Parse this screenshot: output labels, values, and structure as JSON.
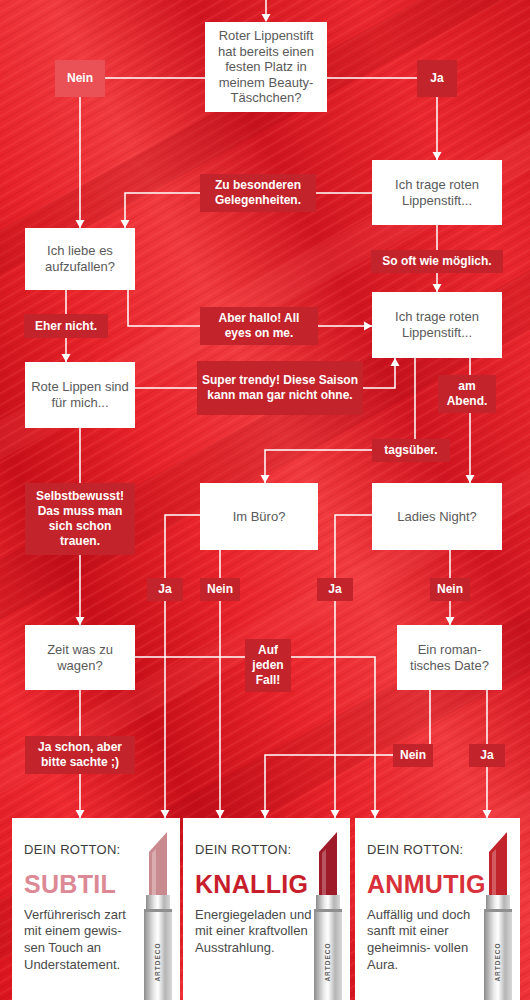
{
  "diagram": {
    "nodes": [
      {
        "text": [
          "Roter Lippenstift hat bereits einen festen Platz in meinem Beauty-Täschchen?"
        ]
      },
      {
        "text": [
          "Ich trage roten Lippenstift..."
        ]
      },
      {
        "text": [
          "Ich liebe es aufzufallen?"
        ]
      },
      {
        "text": [
          "Ich trage roten Lippenstift..."
        ]
      },
      {
        "text": [
          "Rote Lippen sind für mich..."
        ]
      },
      {
        "text": [
          "Im Büro?"
        ]
      },
      {
        "text": [
          "Ladies Night?"
        ]
      },
      {
        "text": [
          "Zeit was zu wagen?"
        ]
      },
      {
        "text": [
          "Ein roman- tisches Date?"
        ]
      },
      {
        "text": [
          "DEIN ROTTON:",
          "SUBTIL",
          "Verführerisch zart mit einem gewis- sen Touch an Understatement."
        ]
      },
      {
        "text": [
          "DEIN ROTTON:",
          "KNALLIG",
          "Energiegeladen und mit einer kraftvollen Ausstrahlung."
        ]
      },
      {
        "text": [
          "DEIN ROTTON:",
          "ANMUTIG",
          "Auffällig und doch sanft mit einer geheimnis- vollen Aura."
        ]
      }
    ],
    "edges": [
      {
        "from": 0,
        "to": 2,
        "label": "Nein",
        "arrow": "to"
      },
      {
        "from": 0,
        "to": 1,
        "label": "Ja",
        "arrow": "to"
      },
      {
        "from": 1,
        "to": 2,
        "label": "Zu besonderen Gelegenheiten.",
        "arrow": "to"
      },
      {
        "from": 1,
        "to": 3,
        "label": "So oft wie möglich.",
        "arrow": "to"
      },
      {
        "from": 2,
        "to": 4,
        "label": "Eher nicht.",
        "arrow": "to"
      },
      {
        "from": 2,
        "to": 3,
        "label": "Aber hallo! All eyes on me.",
        "arrow": "to"
      },
      {
        "from": 4,
        "to": 3,
        "label": "Super trendy! Diese Saison kann man gar nicht ohne.",
        "arrow": "to"
      },
      {
        "from": 4,
        "to": 7,
        "label": "Selbstbewusst! Das muss man sich schon trauen.",
        "arrow": "to"
      },
      {
        "from": 3,
        "to": 5,
        "label": "tagsüber.",
        "arrow": "to"
      },
      {
        "from": 3,
        "to": 6,
        "label": "am Abend.",
        "arrow": "to"
      },
      {
        "from": 5,
        "to": 9,
        "label": "Ja",
        "arrow": "to"
      },
      {
        "from": 5,
        "to": 10,
        "label": "Nein",
        "arrow": "to"
      },
      {
        "from": 6,
        "to": 10,
        "label": "Ja",
        "arrow": "to"
      },
      {
        "from": 6,
        "to": 8,
        "label": "Nein",
        "arrow": "to"
      },
      {
        "from": 7,
        "to": 9,
        "label": "Ja schon, aber bitte sachte ;)",
        "arrow": "to"
      },
      {
        "from": 7,
        "to": 11,
        "label": "Auf jeden Fall!",
        "arrow": "to"
      },
      {
        "from": 8,
        "to": 10,
        "label": "Nein",
        "arrow": "to"
      },
      {
        "from": 8,
        "to": 11,
        "label": "Ja",
        "arrow": "to"
      }
    ],
    "labels": [
      "ARTDECO",
      "ARTDECO",
      "ARTDECO"
    ]
  }
}
